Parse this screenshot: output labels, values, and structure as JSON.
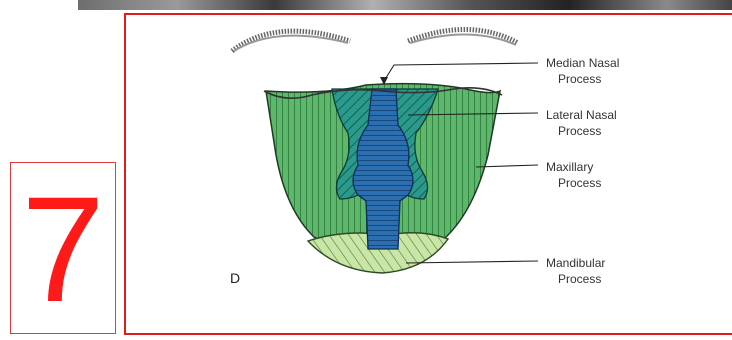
{
  "slide": {
    "number": "7"
  },
  "diagram": {
    "panel_letter": "D",
    "labels": [
      {
        "id": "median-nasal",
        "line1": "Median Nasal",
        "line2": "Process"
      },
      {
        "id": "lateral-nasal",
        "line1": "Lateral Nasal",
        "line2": "Process"
      },
      {
        "id": "maxillary",
        "line1": "Maxillary",
        "line2": "Process"
      },
      {
        "id": "mandibular",
        "line1": "Mandibular",
        "line2": "Process"
      }
    ],
    "colors": {
      "maxillary": "#5cb86a",
      "lateral_nasal": "#2a9a8c",
      "median_nasal": "#2b6fb0",
      "mandibular": "#c9e6a6",
      "frame": "#e21b1b",
      "number": "#ff1a1a"
    }
  }
}
